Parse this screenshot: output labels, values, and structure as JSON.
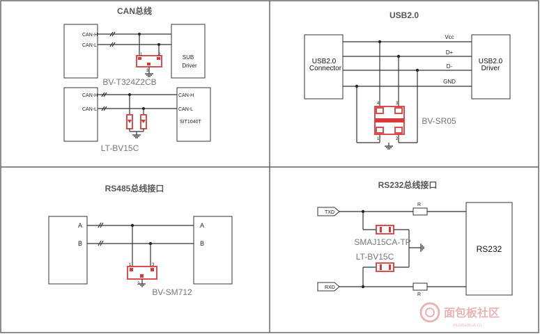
{
  "panels": {
    "can": {
      "title": "CAN总线",
      "canh": "CAN-H",
      "canl": "CAN-L",
      "sub_driver_1": "SUB",
      "sub_driver_2": "Driver",
      "part1": "BV-T324Z2CB",
      "canh2": "CAN-H",
      "canl2": "CAN-L",
      "canh3": "CAN-H",
      "canl3": "CAN-L",
      "chip": "SIT1040T",
      "part2": "LT-BV15C",
      "pin1": "1",
      "pin2": "2",
      "pin3": "3"
    },
    "usb": {
      "title": "USB2.0",
      "left_1": "USB2.0",
      "left_2": "Connector",
      "right_1": "USB2.0",
      "right_2": "Driver",
      "vcc": "Vcc",
      "dp": "D+",
      "dm": "D-",
      "gnd": "GND",
      "part": "BV-SR05",
      "pin1": "1",
      "pin2": "2",
      "pin3": "3",
      "pin4": "4"
    },
    "rs485": {
      "title": "RS485总线接口",
      "a_left": "A",
      "b_left": "B",
      "a_right": "A",
      "b_right": "B",
      "part": "BV-SM712",
      "pin1": "1",
      "pin2": "2",
      "pin3": "3"
    },
    "rs232": {
      "title": "RS232总线接口",
      "txd": "TXD",
      "rxd": "RXD",
      "r1": "R",
      "r2": "R",
      "part1": "SMAJ15CA-TP",
      "part2": "LT-BV15C",
      "chip": "RS232"
    }
  },
  "watermark": {
    "text": "面包板社区",
    "url": "mianbaoban.cn"
  }
}
